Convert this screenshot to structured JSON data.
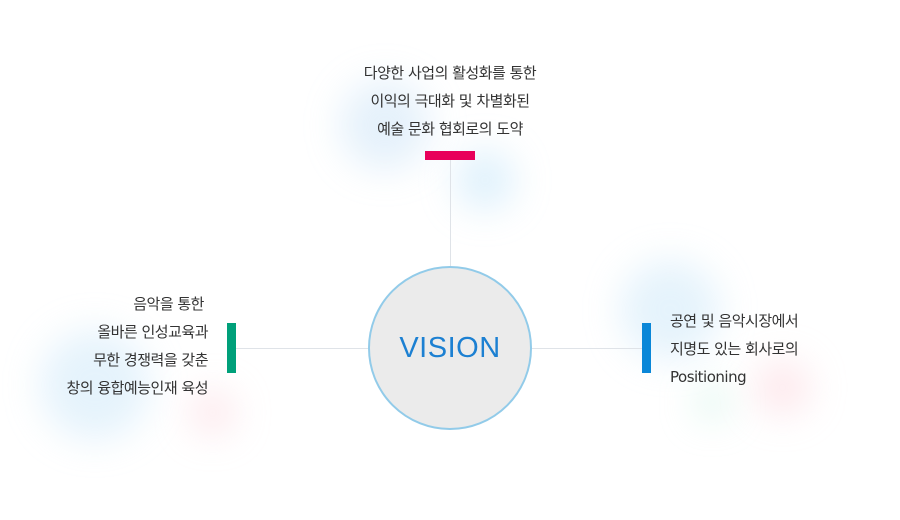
{
  "center": {
    "label": "VISION"
  },
  "top": {
    "lines": [
      "다양한 사업의 활성화를 통한",
      "이익의 극대화 및 차별화된",
      "예술 문화 협회로의 도약"
    ],
    "color": "#e8005a"
  },
  "left": {
    "lines": [
      "음악을 통한",
      "올바른 인성교육과",
      "무한 경쟁력을 갖춘",
      "창의 융합예능인재 육성"
    ],
    "color": "#00a07a"
  },
  "right": {
    "lines": [
      "공연 및 음악시장에서",
      "지명도 있는 회사로의",
      "Positioning"
    ],
    "color": "#0a87d8"
  }
}
